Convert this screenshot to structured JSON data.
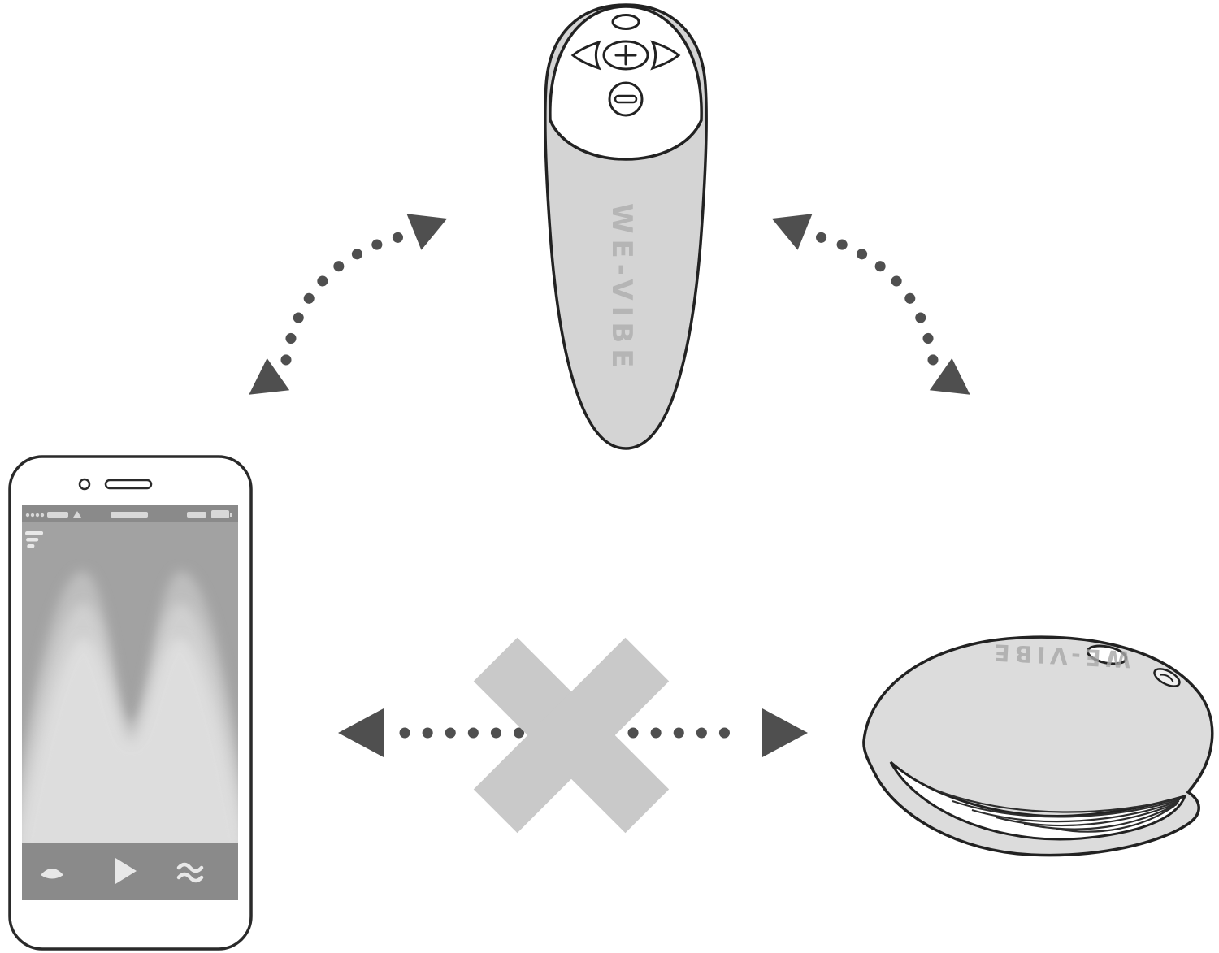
{
  "remote": {
    "logo": "WE-VIBE",
    "buttons": [
      "power-oval",
      "arrow-left",
      "plus-center",
      "arrow-right",
      "minus-round"
    ]
  },
  "wearable": {
    "logo": "WE-VIBE",
    "features": [
      "button-oval",
      "charge-port",
      "ripple-lines"
    ]
  },
  "phone": {
    "screen_icons": [
      "menu-filter-icon",
      "pulse-icon",
      "play-icon",
      "waves-icon"
    ],
    "status_icons": [
      "signal-icon",
      "carrier-block",
      "wifi-icon",
      "time-block",
      "battery-icon"
    ],
    "screen_graphic": "vibration-wave-visualization"
  },
  "links": {
    "phone_to_remote": "dotted-double-arrow",
    "remote_to_wearable": "dotted-double-arrow",
    "phone_to_wearable": "blocked-dotted-double-arrow"
  },
  "colors": {
    "outline": "#222222",
    "remote_body": "#d4d4d4",
    "remote_head": "#ffffff",
    "wearable_body": "#dcdcdc",
    "screen": "#a2a2a2",
    "screen_bar": "#8a8a8a",
    "wave_back": "#bdbdbd",
    "wave_mid": "#d2d2d2",
    "wave_front": "#e2e2e2",
    "arrow": "#4f4f4f",
    "cross": "#c9c9c9",
    "logo_gray": "#b0b0b0",
    "wearable_logo_gray": "#a8a8a8",
    "screen_icon": "#e8e8e8",
    "status_icon": "#d8d8d8"
  }
}
